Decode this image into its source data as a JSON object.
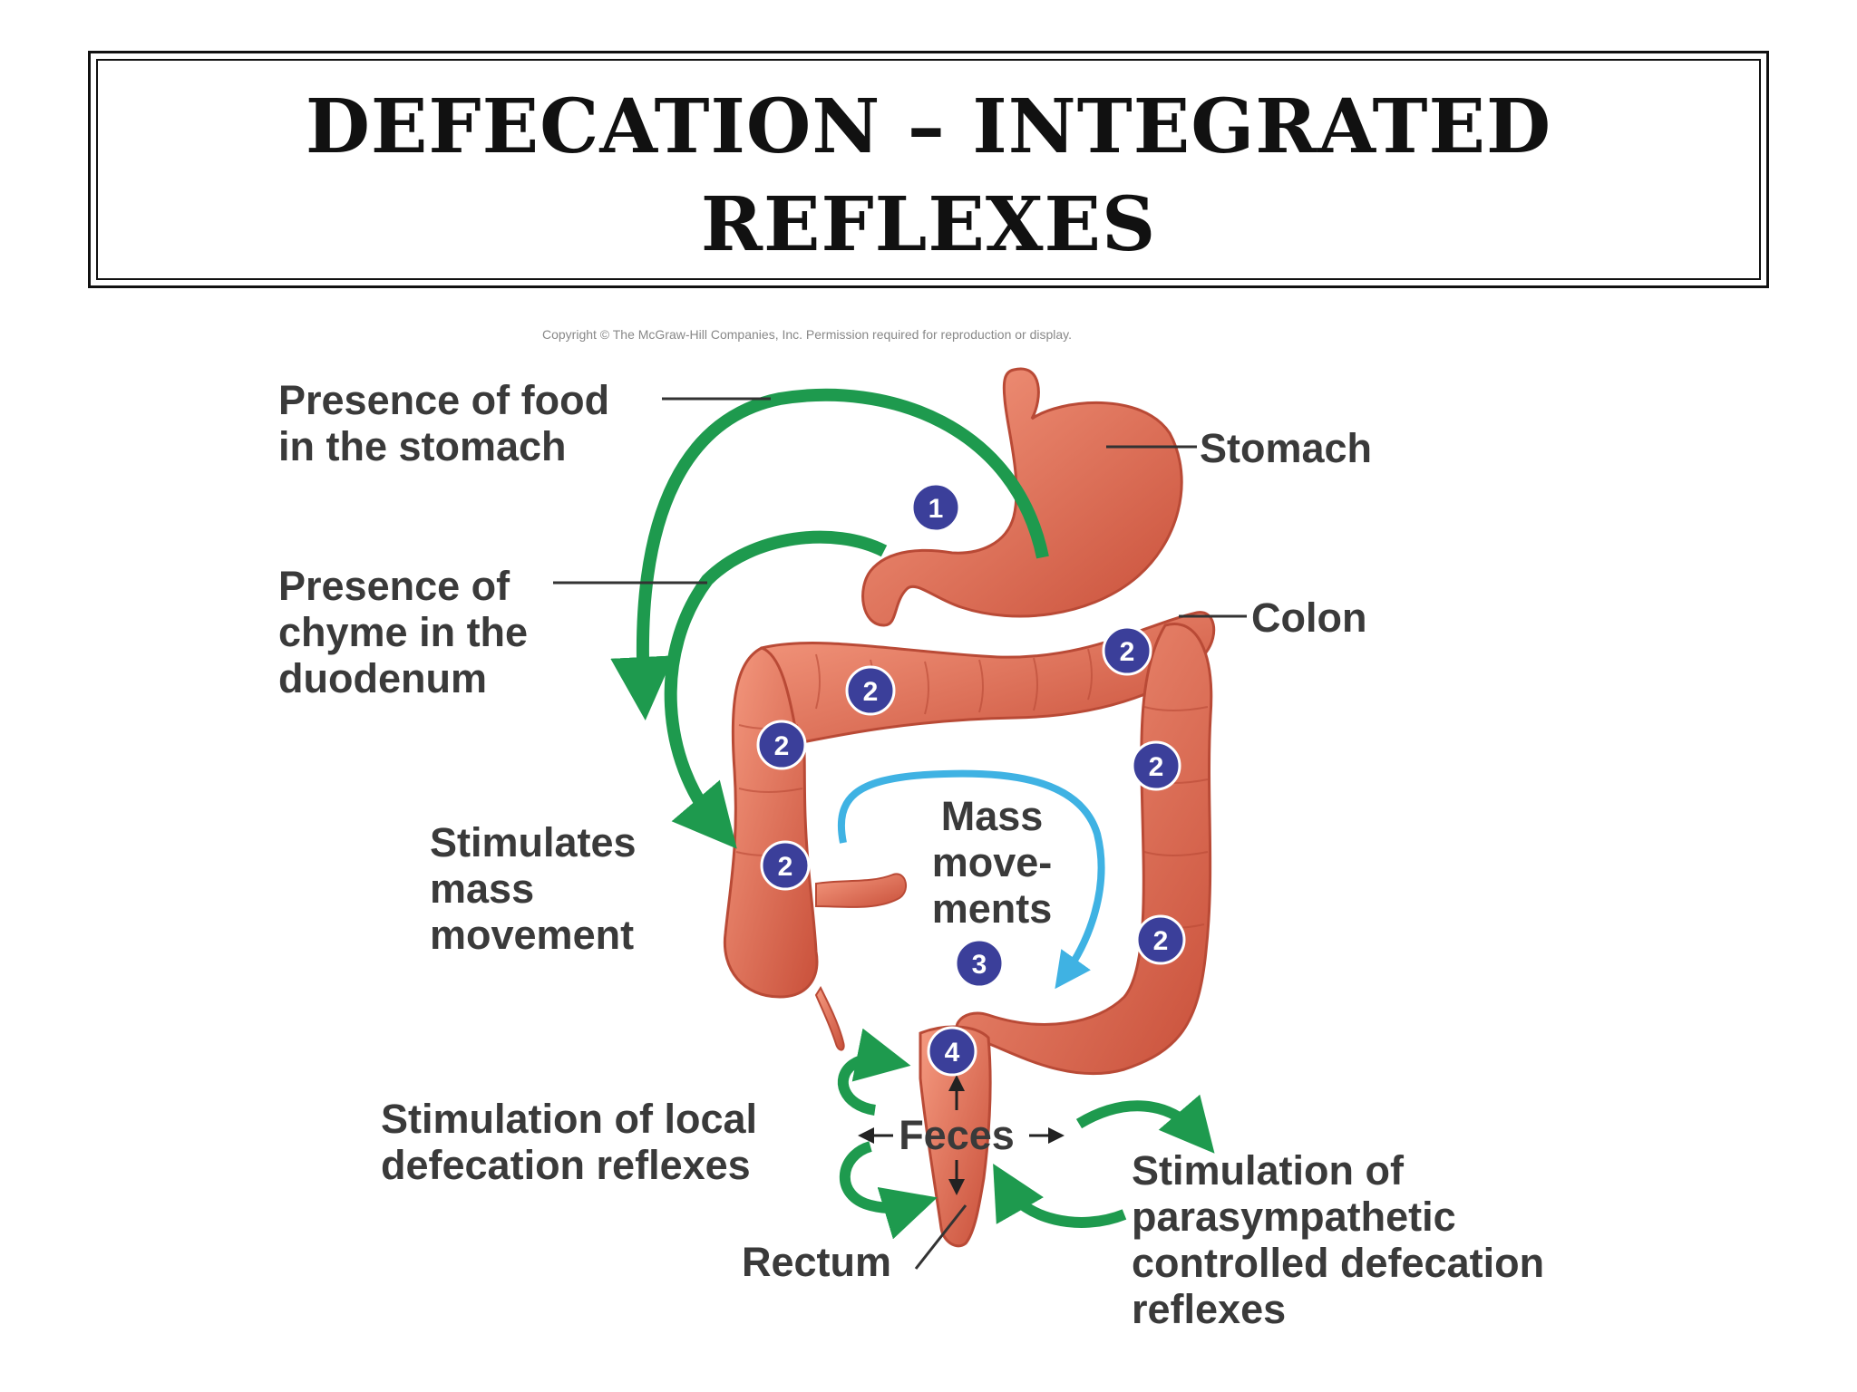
{
  "title": {
    "line1": "DEFECATION – INTEGRATED",
    "line2": "REFLEXES"
  },
  "copyright": "Copyright © The McGraw-Hill Companies, Inc. Permission required for reproduction or display.",
  "labels": {
    "food_1": "Presence of food",
    "food_2": "in the stomach",
    "stomach": "Stomach",
    "chyme_1": "Presence of",
    "chyme_2": "chyme in the",
    "chyme_3": "duodenum",
    "colon": "Colon",
    "stim_mass_1": "Stimulates",
    "stim_mass_2": "mass",
    "stim_mass_3": "movement",
    "mass_1": "Mass",
    "mass_2": "move-",
    "mass_3": "ments",
    "local_1": "Stimulation of local",
    "local_2": "defecation reflexes",
    "feces": "Feces",
    "rectum": "Rectum",
    "para_1": "Stimulation of",
    "para_2": "parasympathetic",
    "para_3": "controlled defecation",
    "para_4": "reflexes"
  },
  "badges": {
    "step1": "1",
    "step2": "2",
    "step3": "3",
    "step4": "4"
  },
  "colors": {
    "organ": "#e5735a",
    "organ_dark": "#b94a36",
    "green_arrow": "#1e9a4e",
    "blue_arrow": "#3fb2e3",
    "badge": "#3b3f9a"
  }
}
